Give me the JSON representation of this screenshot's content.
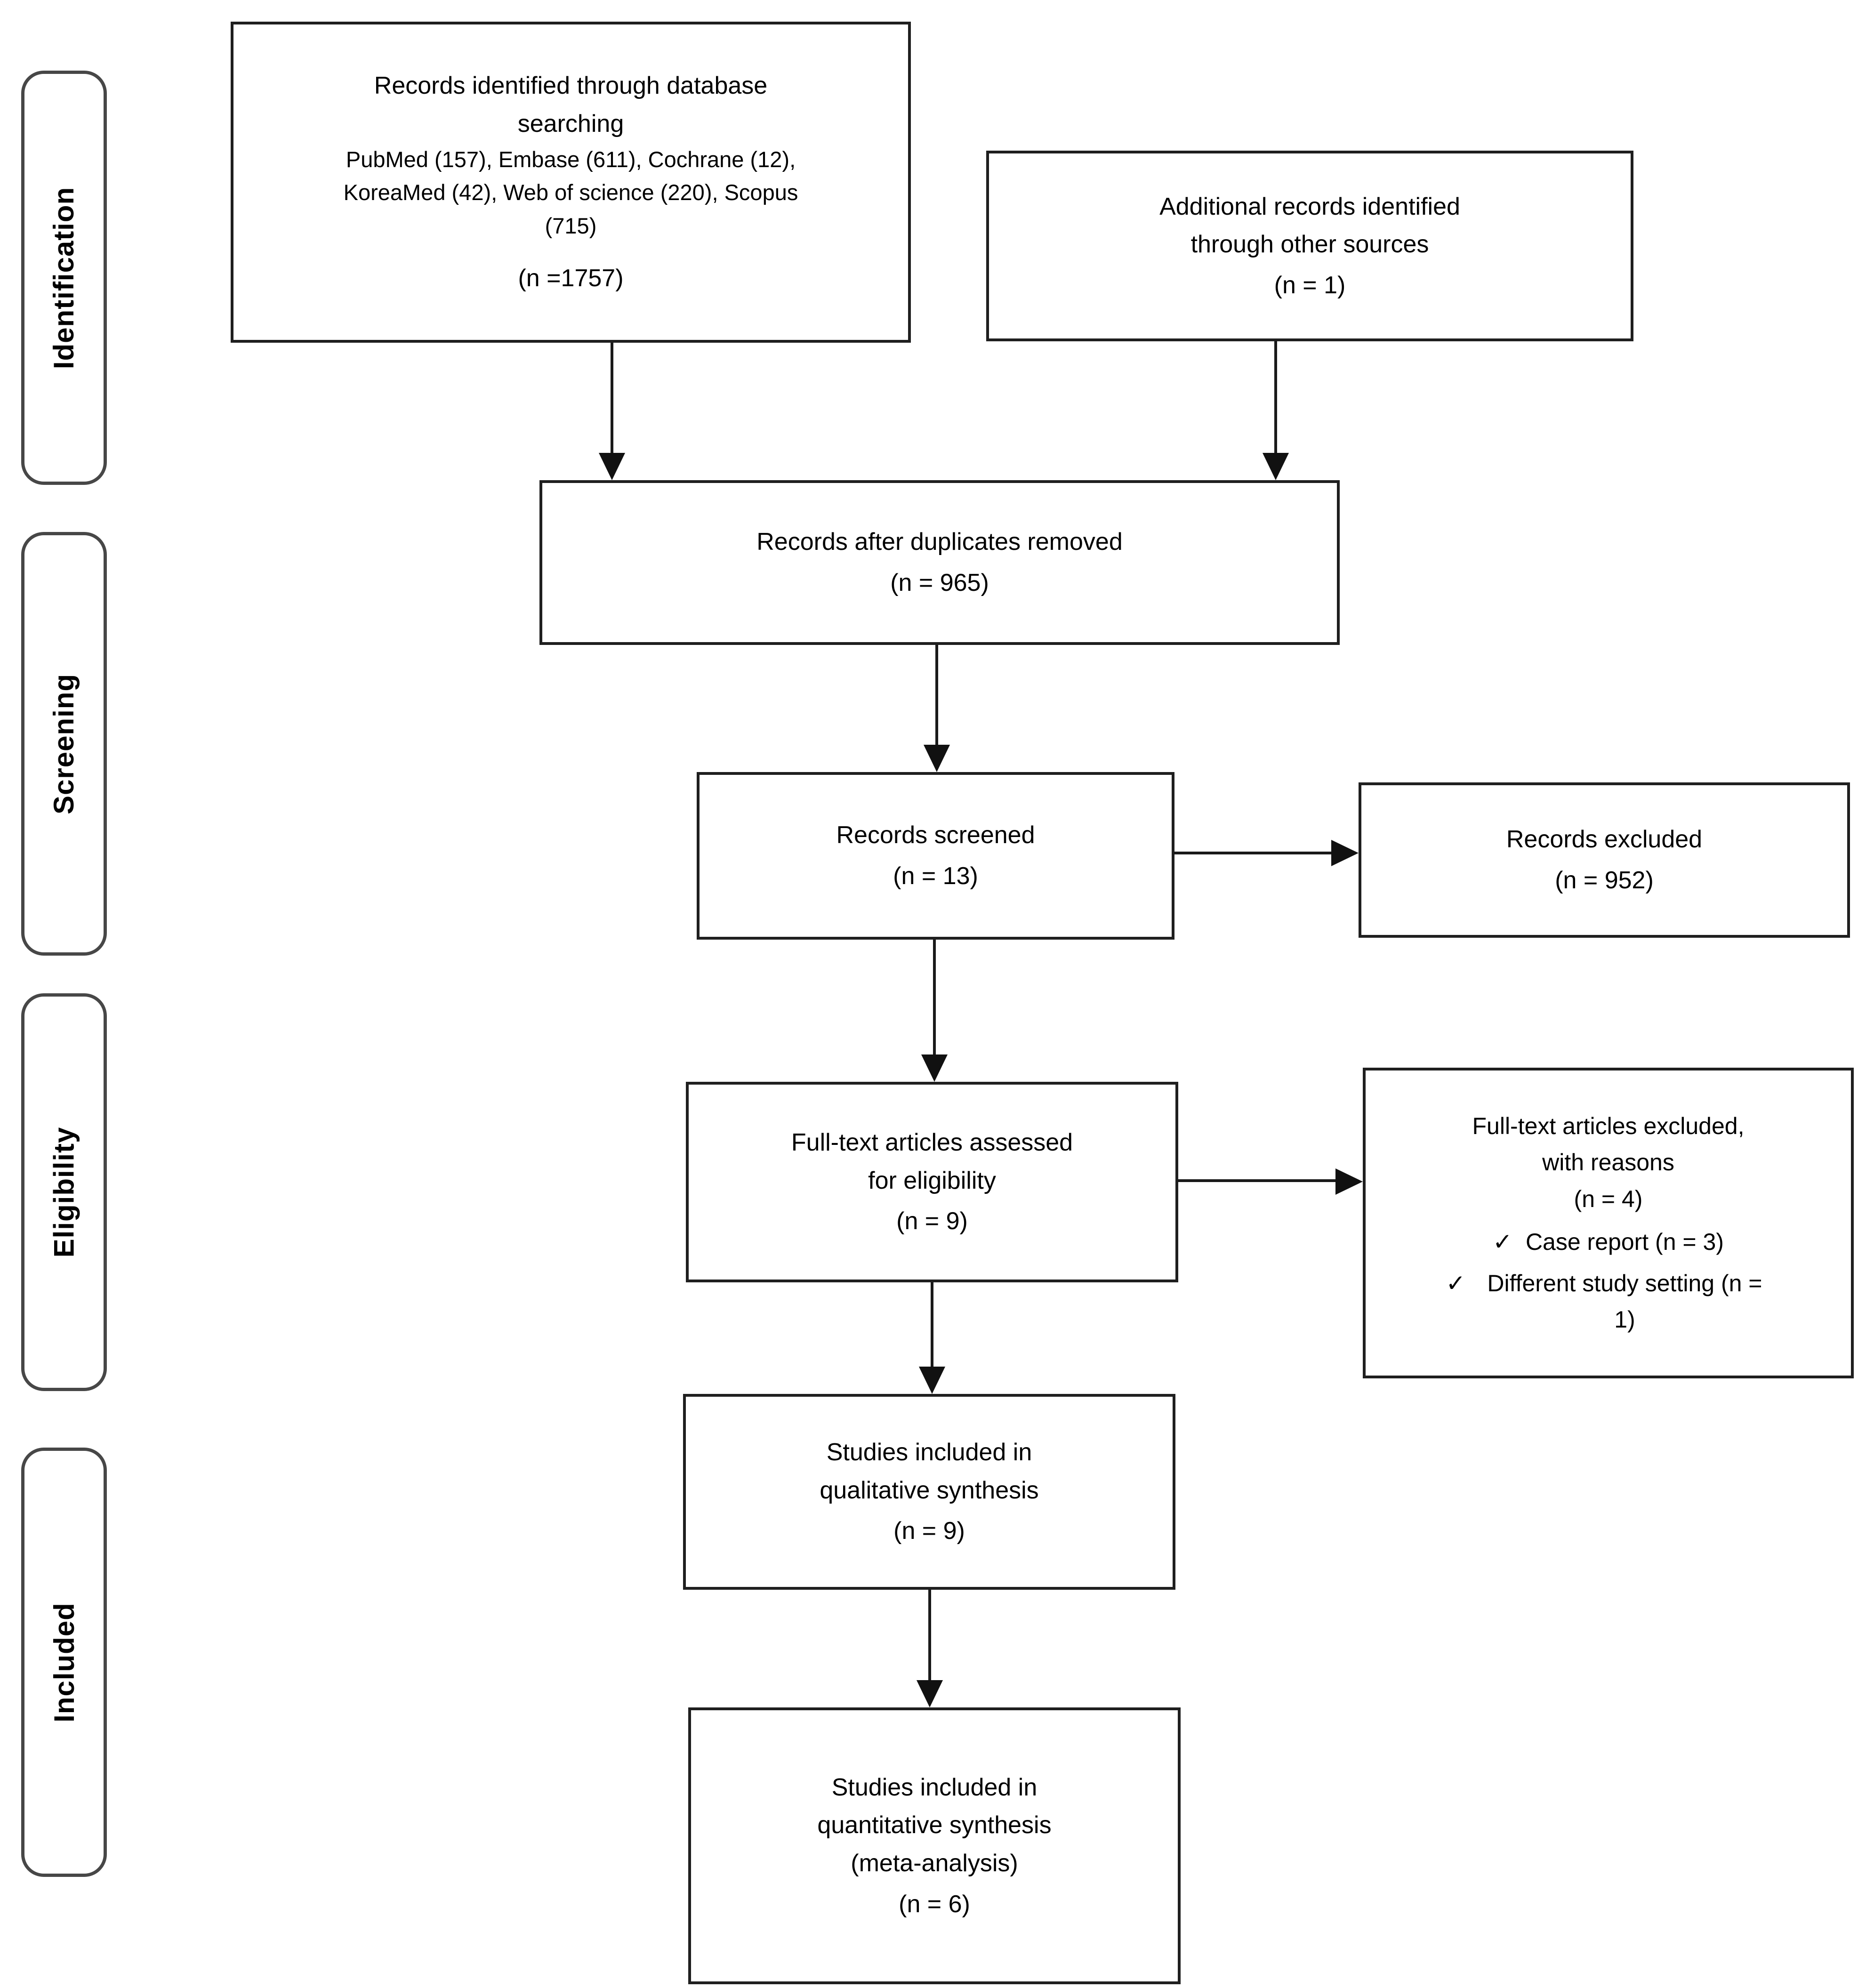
{
  "stage_labels": [
    "Identification",
    "Screening",
    "Eligibility",
    "Included"
  ],
  "glyphs": {
    "check": "✓"
  },
  "colors": {
    "background": "#ffffff",
    "text": "#000000",
    "box_border": "#1f1f1f",
    "stage_border": "#474747",
    "connector": "#1a1a1a"
  },
  "boxes": {
    "identified": {
      "lines": [
        "Records identified through database",
        "searching"
      ],
      "detail_lines": [
        "PubMed (157), Embase (611), Cochrane (12),",
        "KoreaMed (42), Web of science (220), Scopus",
        "(715)"
      ],
      "count": "(n =1757)"
    },
    "additional": {
      "lines": [
        "Additional records identified",
        "through other sources"
      ],
      "count": "(n = 1)"
    },
    "deduplicated": {
      "lines": [
        "Records after duplicates removed"
      ],
      "count": "(n = 965)"
    },
    "screened": {
      "lines": [
        "Records screened"
      ],
      "count": "(n = 13)"
    },
    "excluded": {
      "lines": [
        "Records excluded"
      ],
      "count": "(n = 952)"
    },
    "fulltext": {
      "lines": [
        "Full-text articles assessed",
        "for eligibility"
      ],
      "count": "(n = 9)"
    },
    "fulltext_excluded": {
      "lines": [
        "Full-text articles excluded,",
        "with reasons"
      ],
      "count": "(n = 4)",
      "reasons": [
        "Case report (n = 3)",
        "Different study setting (n = 1)"
      ]
    },
    "qualitative": {
      "lines": [
        "Studies included in",
        "qualitative synthesis"
      ],
      "count": "(n = 9)"
    },
    "quantitative": {
      "lines": [
        "Studies included in",
        "quantitative synthesis",
        "(meta-analysis)"
      ],
      "count": "(n = 6)"
    }
  }
}
